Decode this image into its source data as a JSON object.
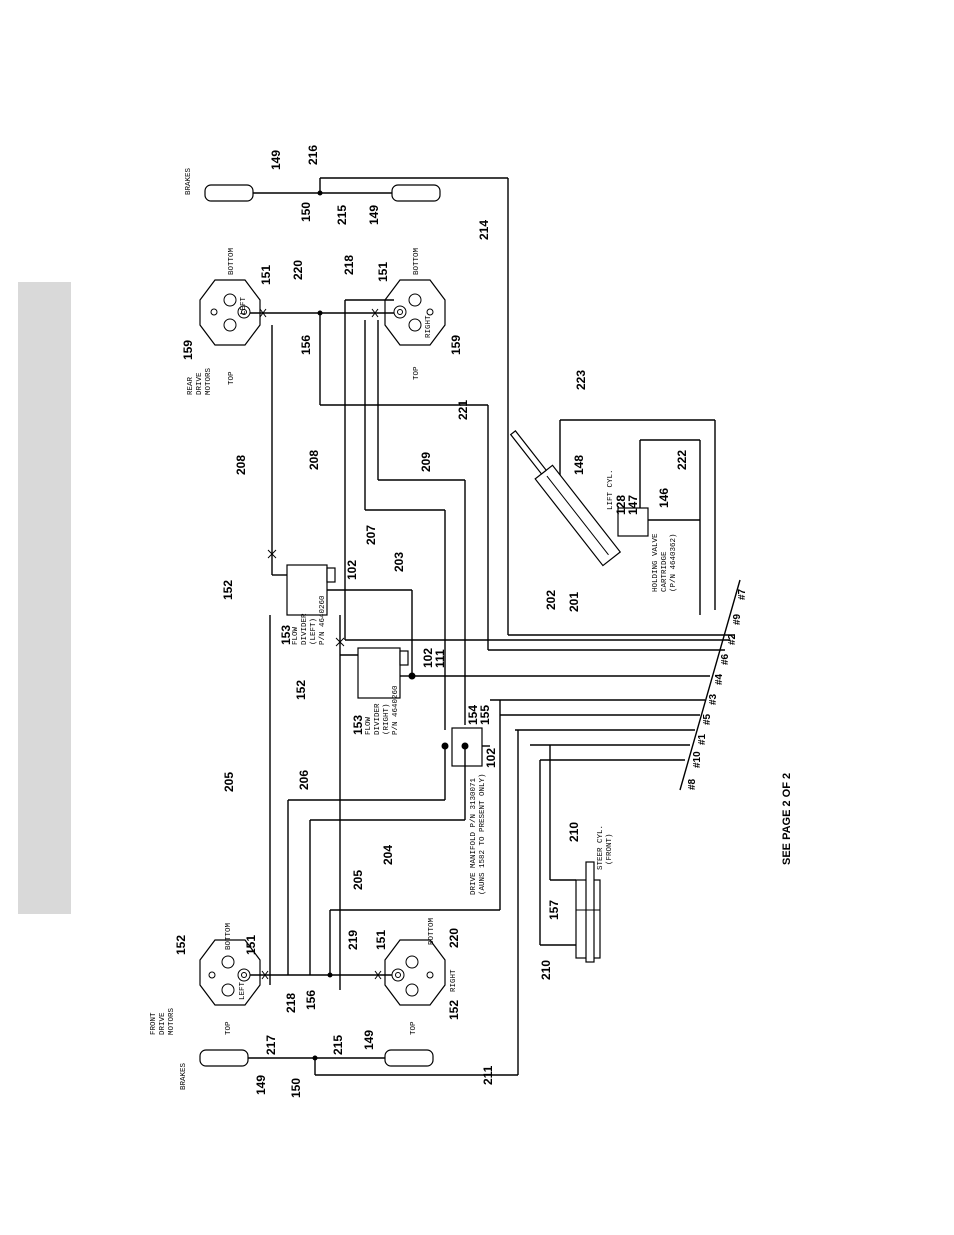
{
  "footer": "SEE PAGE 2 OF 2",
  "labels": {
    "brakes_rear": "BRAKES",
    "brakes_front": "BRAKES",
    "rear_drive_motors": [
      "REAR",
      "DRIVE",
      "MOTORS"
    ],
    "front_drive_motors": [
      "FRONT",
      "DRIVE",
      "MOTORS"
    ],
    "top_rl": "TOP",
    "left_rl": "LEFT",
    "bottom_rl": "BOTTOM",
    "top_rr": "TOP",
    "right_rr": "RIGHT",
    "bottom_rr": "BOTTOM",
    "top_fl": "TOP",
    "left_fl": "LEFT",
    "bottom_fl": "BOTTOM",
    "top_fr": "TOP",
    "right_fr": "RIGHT",
    "bottom_fr": "BOTTOM",
    "flow_divider_left": [
      "FLOW",
      "DIVIDER",
      "(LEFT)",
      "P/N 4640260"
    ],
    "flow_divider_right": [
      "FLOW",
      "DIVIDER",
      "(RIGHT)",
      "P/N 4640260"
    ],
    "drive_manifold": [
      "DRIVE MANIFOLD P/N 3130071",
      "(AUNS 1582 TO PRESENT ONLY)"
    ],
    "lift_cyl": "LIFT CYL.",
    "holding_valve": [
      "HOLDING VALVE",
      "CARTRIDGE",
      "(P/N 4640362)"
    ],
    "steer_cyl": [
      "STEER CYL.",
      "(FRONT)"
    ]
  },
  "callouts": {
    "c149_rear_top": "149",
    "c216": "216",
    "c150_rear": "150",
    "c215_rear": "215",
    "c149_rear_b": "149",
    "c214": "214",
    "c220_rear": "220",
    "c218_rear": "218",
    "c151_rl": "151",
    "c151_rr": "151",
    "c159_rl": "159",
    "c156_rear": "156",
    "c159_rr": "159",
    "c223": "223",
    "c208a": "208",
    "c208b": "208",
    "c209": "209",
    "c221": "221",
    "c148": "148",
    "c222": "222",
    "c128": "128",
    "c147": "147",
    "c146": "146",
    "c207": "207",
    "c203": "203",
    "c152_top": "152",
    "c102_a": "102",
    "c153_a": "153",
    "c202": "202",
    "c201": "201",
    "c102_b": "102",
    "c111": "111",
    "c152_mid": "152",
    "c153_b": "153",
    "c154": "154",
    "c155": "155",
    "c102_c": "102",
    "c205a": "205",
    "c206": "206",
    "c204": "204",
    "c205b": "205",
    "c220_front": "220",
    "c210a": "210",
    "c157": "157",
    "c210b": "210",
    "c152_fl": "152",
    "c151_fl": "151",
    "c151_fr": "151",
    "c219": "219",
    "c218_front": "218",
    "c156_front": "156",
    "c152_fr": "152",
    "c217": "217",
    "c215_front": "215",
    "c149_front": "149",
    "c149_front_b": "149",
    "c150_front": "150",
    "c211": "211"
  },
  "port_labels": [
    "#7",
    "#9",
    "#2",
    "#6",
    "#4",
    "#3",
    "#5",
    "#1",
    "#10",
    "#8"
  ]
}
